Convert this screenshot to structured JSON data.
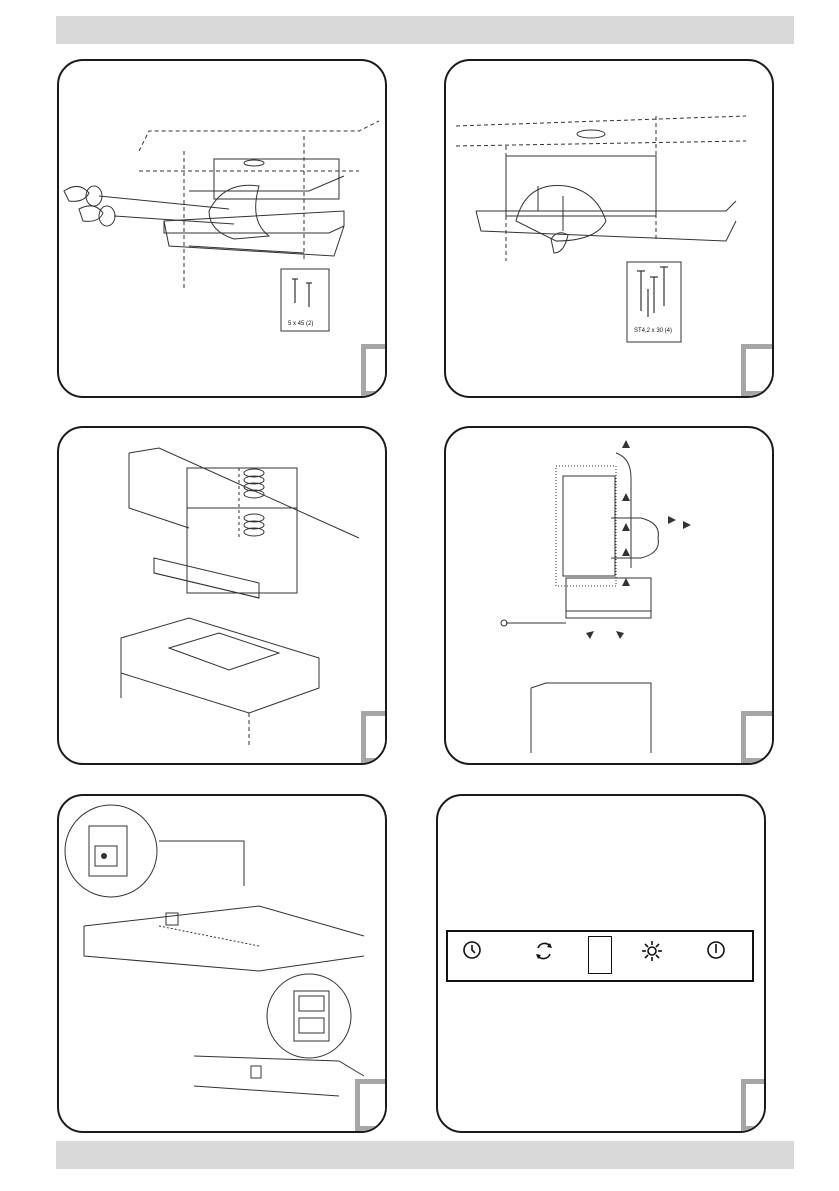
{
  "panels": {
    "p1": {
      "screw_label": "5 x 45 (2)"
    },
    "p2": {
      "screw_label": "ST4,2 x 30 (4)"
    }
  },
  "control_panel": {
    "buttons": [
      {
        "icon": "clock-icon"
      },
      {
        "icon": "recirculation-icon"
      },
      {
        "icon": "blank-square-button"
      },
      {
        "icon": "light-icon"
      },
      {
        "icon": "power-icon"
      }
    ]
  },
  "colors": {
    "header_bar": "#d9d9d9",
    "step_box_border": "#a6a6a6",
    "line": "#1a1a1a"
  }
}
